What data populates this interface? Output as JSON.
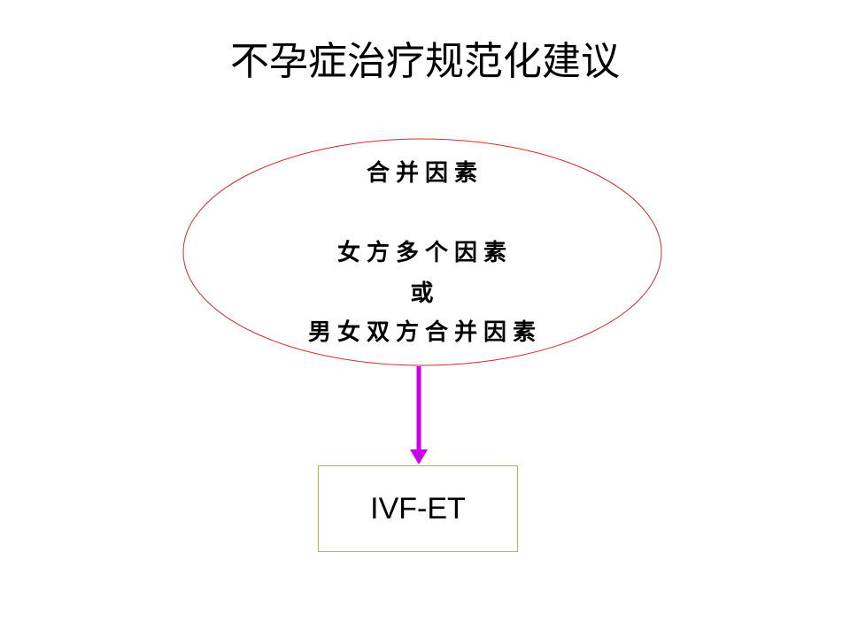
{
  "title": "不孕症治疗规范化建议",
  "ellipse": {
    "line1": "合并因素",
    "line2": "女方多个因素",
    "line3": "或",
    "line4": "男女双方合并因素",
    "border_color": "#d22b2b"
  },
  "arrow": {
    "color": "#cc00ee"
  },
  "box": {
    "label": "IVF-ET",
    "border_color": "#a8c23c"
  }
}
